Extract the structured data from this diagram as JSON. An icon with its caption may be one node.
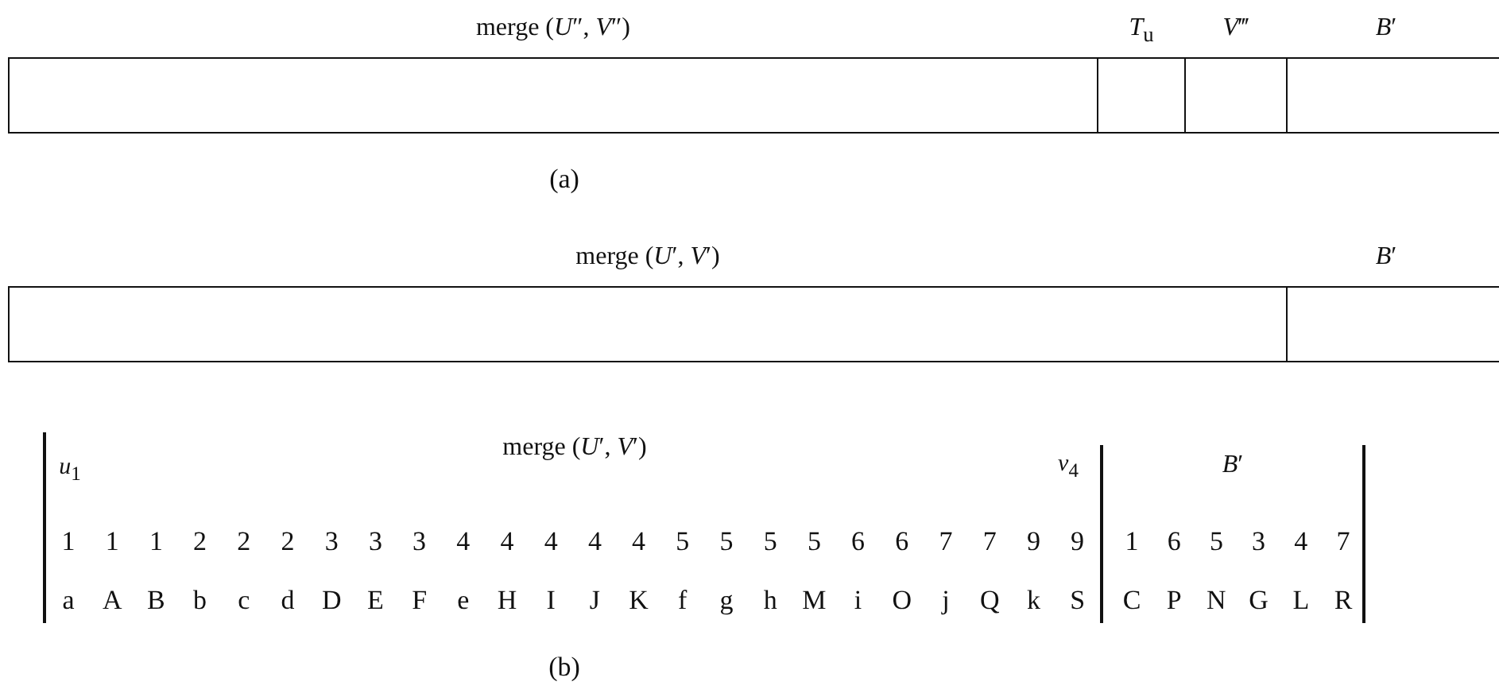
{
  "diagram": {
    "nodes": [
      {
        "text": [
          "merge (*U*″, *V*″)"
        ]
      },
      {
        "text": [
          "*T*$_{u}$"
        ]
      },
      {
        "text": [
          "*V*‴"
        ]
      },
      {
        "text": [
          "*B*′"
        ]
      },
      {
        "text": [
          "merge (*U*′, *V*′)"
        ]
      },
      {
        "text": [
          "*B*′"
        ]
      },
      {
        "text": [
          "merge (*U*′, *V*′)"
        ]
      },
      {
        "text": [
          "*B*′"
        ]
      }
    ],
    "labels": [
      "(a)",
      "*u*$_{1}$",
      "*v*$_{4}$",
      "1",
      "1",
      "1",
      "2",
      "2",
      "2",
      "3",
      "3",
      "3",
      "4",
      "4",
      "4",
      "4",
      "4",
      "5",
      "5",
      "5",
      "5",
      "6",
      "6",
      "7",
      "7",
      "9",
      "9",
      "1",
      "6",
      "5",
      "3",
      "4",
      "7",
      "a",
      "A",
      "B",
      "b",
      "c",
      "d",
      "D",
      "E",
      "F",
      "e",
      "H",
      "I",
      "J",
      "K",
      "f",
      "g",
      "h",
      "M",
      "i",
      "O",
      "j",
      "Q",
      "k",
      "S",
      "C",
      "P",
      "N",
      "G",
      "L",
      "R",
      "(b)"
    ]
  }
}
